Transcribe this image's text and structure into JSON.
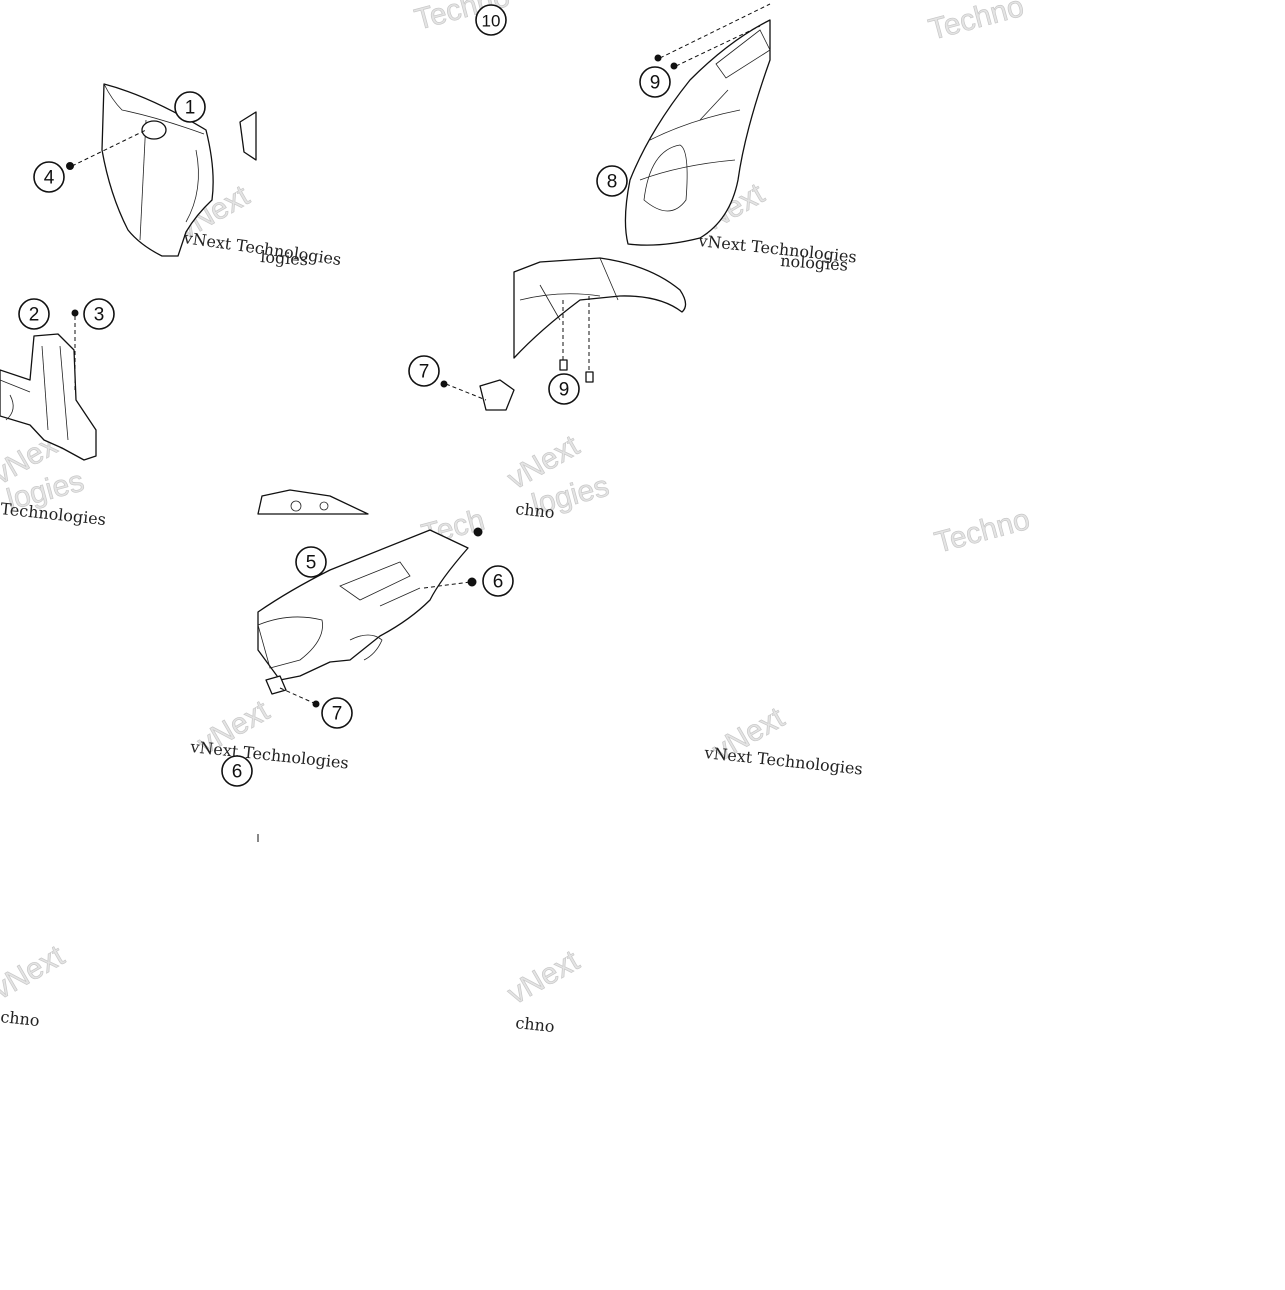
{
  "diagram": {
    "callouts": [
      {
        "id": "c1",
        "label": "1"
      },
      {
        "id": "c2",
        "label": "2"
      },
      {
        "id": "c3",
        "label": "3"
      },
      {
        "id": "c4",
        "label": "4"
      },
      {
        "id": "c5",
        "label": "5"
      },
      {
        "id": "c6",
        "label": "6"
      },
      {
        "id": "c6b",
        "label": "6"
      },
      {
        "id": "c7",
        "label": "7"
      },
      {
        "id": "c7b",
        "label": "7"
      },
      {
        "id": "c8",
        "label": "8"
      },
      {
        "id": "c9",
        "label": "9"
      },
      {
        "id": "c9b",
        "label": "9"
      },
      {
        "id": "c10",
        "label": "10"
      }
    ],
    "watermarks": {
      "full": "vNext Technologies",
      "brand": "vNext",
      "tech": "Techno",
      "logies": "logies",
      "technologies": "Technologies",
      "nologies": "nologies",
      "chno": "chno",
      "techn": "Tech"
    }
  }
}
